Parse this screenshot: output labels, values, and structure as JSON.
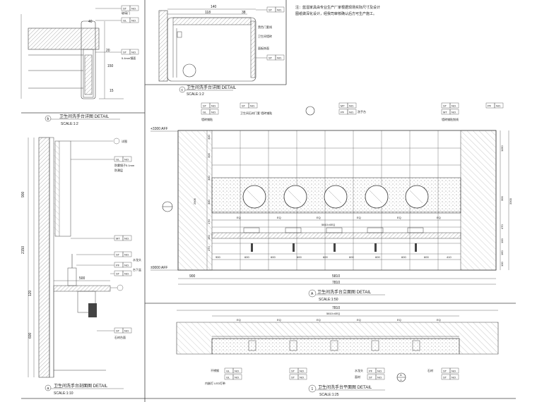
{
  "note": {
    "line1": "注：蓝湿家具由专业生产厂家根据现场实际尺寸及设计",
    "line2": "图纸做深化设计，经我司审核确认后方可生产施工。"
  },
  "detail_c": {
    "num": "c",
    "title": "卫生间洗手台详图  DETAIL",
    "scale": "SCALE:1:2",
    "dims": [
      "140",
      "118",
      "38"
    ],
    "labels": [
      "黑色门套线",
      "卫生间墙砖",
      "面板饰面"
    ],
    "tags": [
      {
        "a": "ST",
        "b": "NO."
      },
      {
        "a": "ST",
        "b": "NO."
      }
    ]
  },
  "detail_b": {
    "num": "b",
    "title": "卫生间洗手台详图  DETAIL",
    "scale": "SCALE:1:2",
    "dims": [
      "40",
      "20",
      "150",
      "15"
    ],
    "labels": [
      "玻璃门",
      "5.4mm镜面"
    ],
    "tags": [
      {
        "a": "ST",
        "b": "NO."
      },
      {
        "a": "GL",
        "b": "NO."
      },
      {
        "a": "ST",
        "b": "NO."
      }
    ]
  },
  "detail_a": {
    "num": "a",
    "title": "卫生间洗手台剖面图  DETAIL",
    "scale": "SCALE:1:10",
    "dims": [
      "900",
      "2150",
      "120",
      "600"
    ],
    "dim_500": "500",
    "labels": [
      "详图",
      "防雾镜子5.1mm",
      "防潮层",
      "水龙头",
      "台下盆",
      "石材台面"
    ],
    "tags": [
      {
        "a": "GL",
        "b": "NO."
      },
      {
        "a": "MT",
        "b": "NO."
      },
      {
        "a": "ST",
        "b": "NO."
      },
      {
        "a": "PF",
        "b": "NO."
      },
      {
        "a": "ST",
        "b": "NO."
      },
      {
        "a": "ST",
        "b": "NO."
      }
    ]
  },
  "elevation": {
    "num": "A",
    "title": "卫生间洗手台立面图  DETAIL",
    "scale": "SCALE:1:50",
    "level_top": "+3300 AFF",
    "level_bottom": "±0000 AFF",
    "bottom_dims": [
      "900",
      "600",
      "600",
      "600",
      "600",
      "600",
      "600",
      "600",
      "600",
      "410"
    ],
    "total_dim": "5810",
    "overall_dim": "7810",
    "dim_900": "900",
    "eq_label": "EQ",
    "eq_sum": "5810=6EQ",
    "left_dims": [
      "300",
      "300",
      "2906",
      "300",
      "300",
      "170",
      "150",
      "170"
    ],
    "right_dims": [
      "1150",
      "300",
      "3300",
      "470",
      "100",
      "160",
      "100"
    ],
    "labels": [
      "墙砖铺贴",
      "卫生间石材门套 墙砖铺贴",
      "洗手台",
      "墙砖铺贴划线"
    ],
    "tags": [
      {
        "a": "ST",
        "b": "NO."
      },
      {
        "a": "GL",
        "b": "NO."
      },
      {
        "a": "ST",
        "b": "NO."
      },
      {
        "a": "MT",
        "b": "NO."
      },
      {
        "a": "PF",
        "b": "NO."
      },
      {
        "a": "ST",
        "b": "NO."
      },
      {
        "a": "MT",
        "b": "NO."
      },
      {
        "a": "PF",
        "b": "NO."
      }
    ]
  },
  "plan": {
    "num": "1",
    "title": "卫生间洗手台平面图  DETAIL",
    "scale": "SCALE:1:25",
    "overall_dim": "7810",
    "eq_sum": "5810=6EQ",
    "eq_label": "EQ",
    "labels": [
      "不锈钢",
      "内嵌灯 LED灯带",
      "水龙头",
      "面材",
      "石材"
    ],
    "tags": [
      {
        "a": "GL",
        "b": "NO."
      },
      {
        "a": "GL",
        "b": "NO."
      },
      {
        "a": "ST",
        "b": "NO."
      },
      {
        "a": "ST",
        "b": "NO."
      },
      {
        "a": "PF",
        "b": "NO."
      },
      {
        "a": "ST",
        "b": "NO."
      },
      {
        "a": "ST",
        "b": "NO."
      },
      {
        "a": "ST",
        "b": "NO."
      }
    ]
  },
  "section_marker": {
    "a": "A",
    "b": "1"
  }
}
